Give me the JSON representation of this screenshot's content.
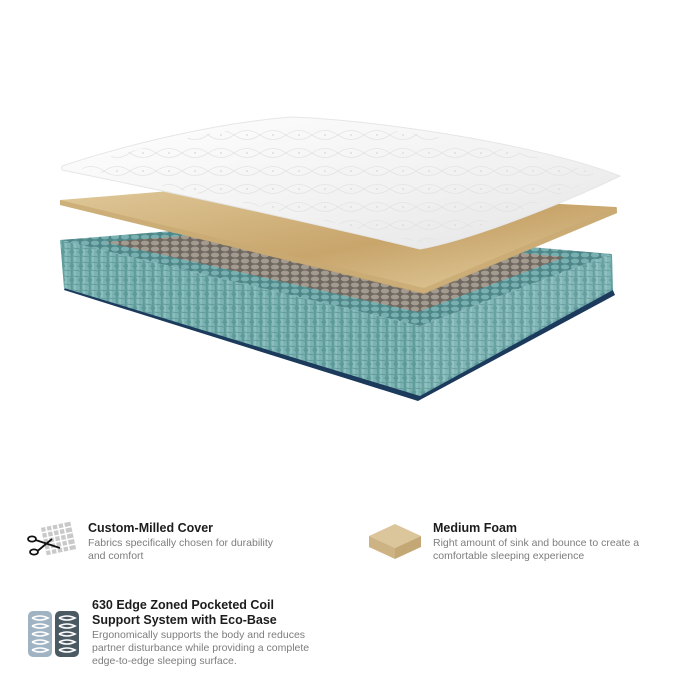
{
  "illustration": {
    "subject": "Layered mattress exploded view",
    "layers": [
      {
        "name": "Custom-Milled Cover",
        "color": "#f3f3f3"
      },
      {
        "name": "Medium Foam",
        "color": "#d9c08f"
      },
      {
        "name": "630 Edge Zoned Pocketed Coil Support System",
        "color": "#6fa7a8",
        "inner_zone_color": "#9a9288"
      },
      {
        "name": "Eco-Base",
        "color": "#1b3a5c"
      }
    ]
  },
  "features": [
    {
      "icon": "scissors-fabric-icon",
      "title": "Custom-Milled Cover",
      "description_lines": [
        "Fabrics specifically chosen for durability",
        "and comfort"
      ]
    },
    {
      "icon": "foam-block-icon",
      "title": "Medium Foam",
      "description_lines": [
        "Right amount of sink and bounce to create a",
        "comfortable sleeping experience"
      ]
    },
    {
      "icon": "pocketed-coil-icon",
      "title_lines": [
        "630 Edge Zoned Pocketed Coil",
        "Support System with Eco-Base"
      ],
      "description_lines": [
        "Ergonomically supports the body and reduces",
        "partner disturbance while providing a complete",
        "edge-to-edge sleeping surface."
      ]
    }
  ],
  "colors": {
    "title_text": "#1c1c1c",
    "description_text": "#7d7d7d",
    "coil_teal": "#6fa7a8",
    "foam_tan": "#d9c08f",
    "base_navy": "#1b3a5c"
  }
}
